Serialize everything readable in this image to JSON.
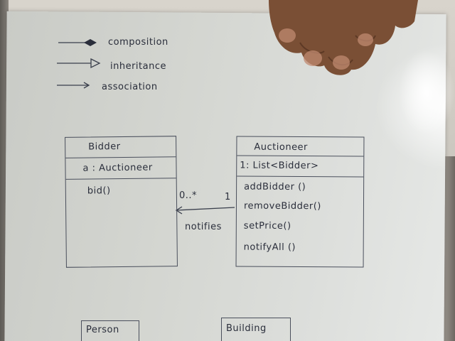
{
  "legend": {
    "composition": "composition",
    "inheritance": "inheritance",
    "association": "association"
  },
  "bidder": {
    "name": "Bidder",
    "attribute": "a : Auctioneer",
    "method": "bid()"
  },
  "auctioneer": {
    "name": "Auctioneer",
    "attribute": "1: List<Bidder>",
    "methods": [
      "addBidder ()",
      "removeBidder()",
      "setPrice()",
      "notifyAll ()"
    ]
  },
  "association": {
    "multiplicity_left": "0..*",
    "multiplicity_right": "1",
    "label": "notifies"
  },
  "bottom_boxes": [
    "Person",
    "Building"
  ],
  "colors": {
    "ink": "#2a2e3b",
    "paper": "#d4d6d1",
    "skin": "#7a4f35"
  }
}
